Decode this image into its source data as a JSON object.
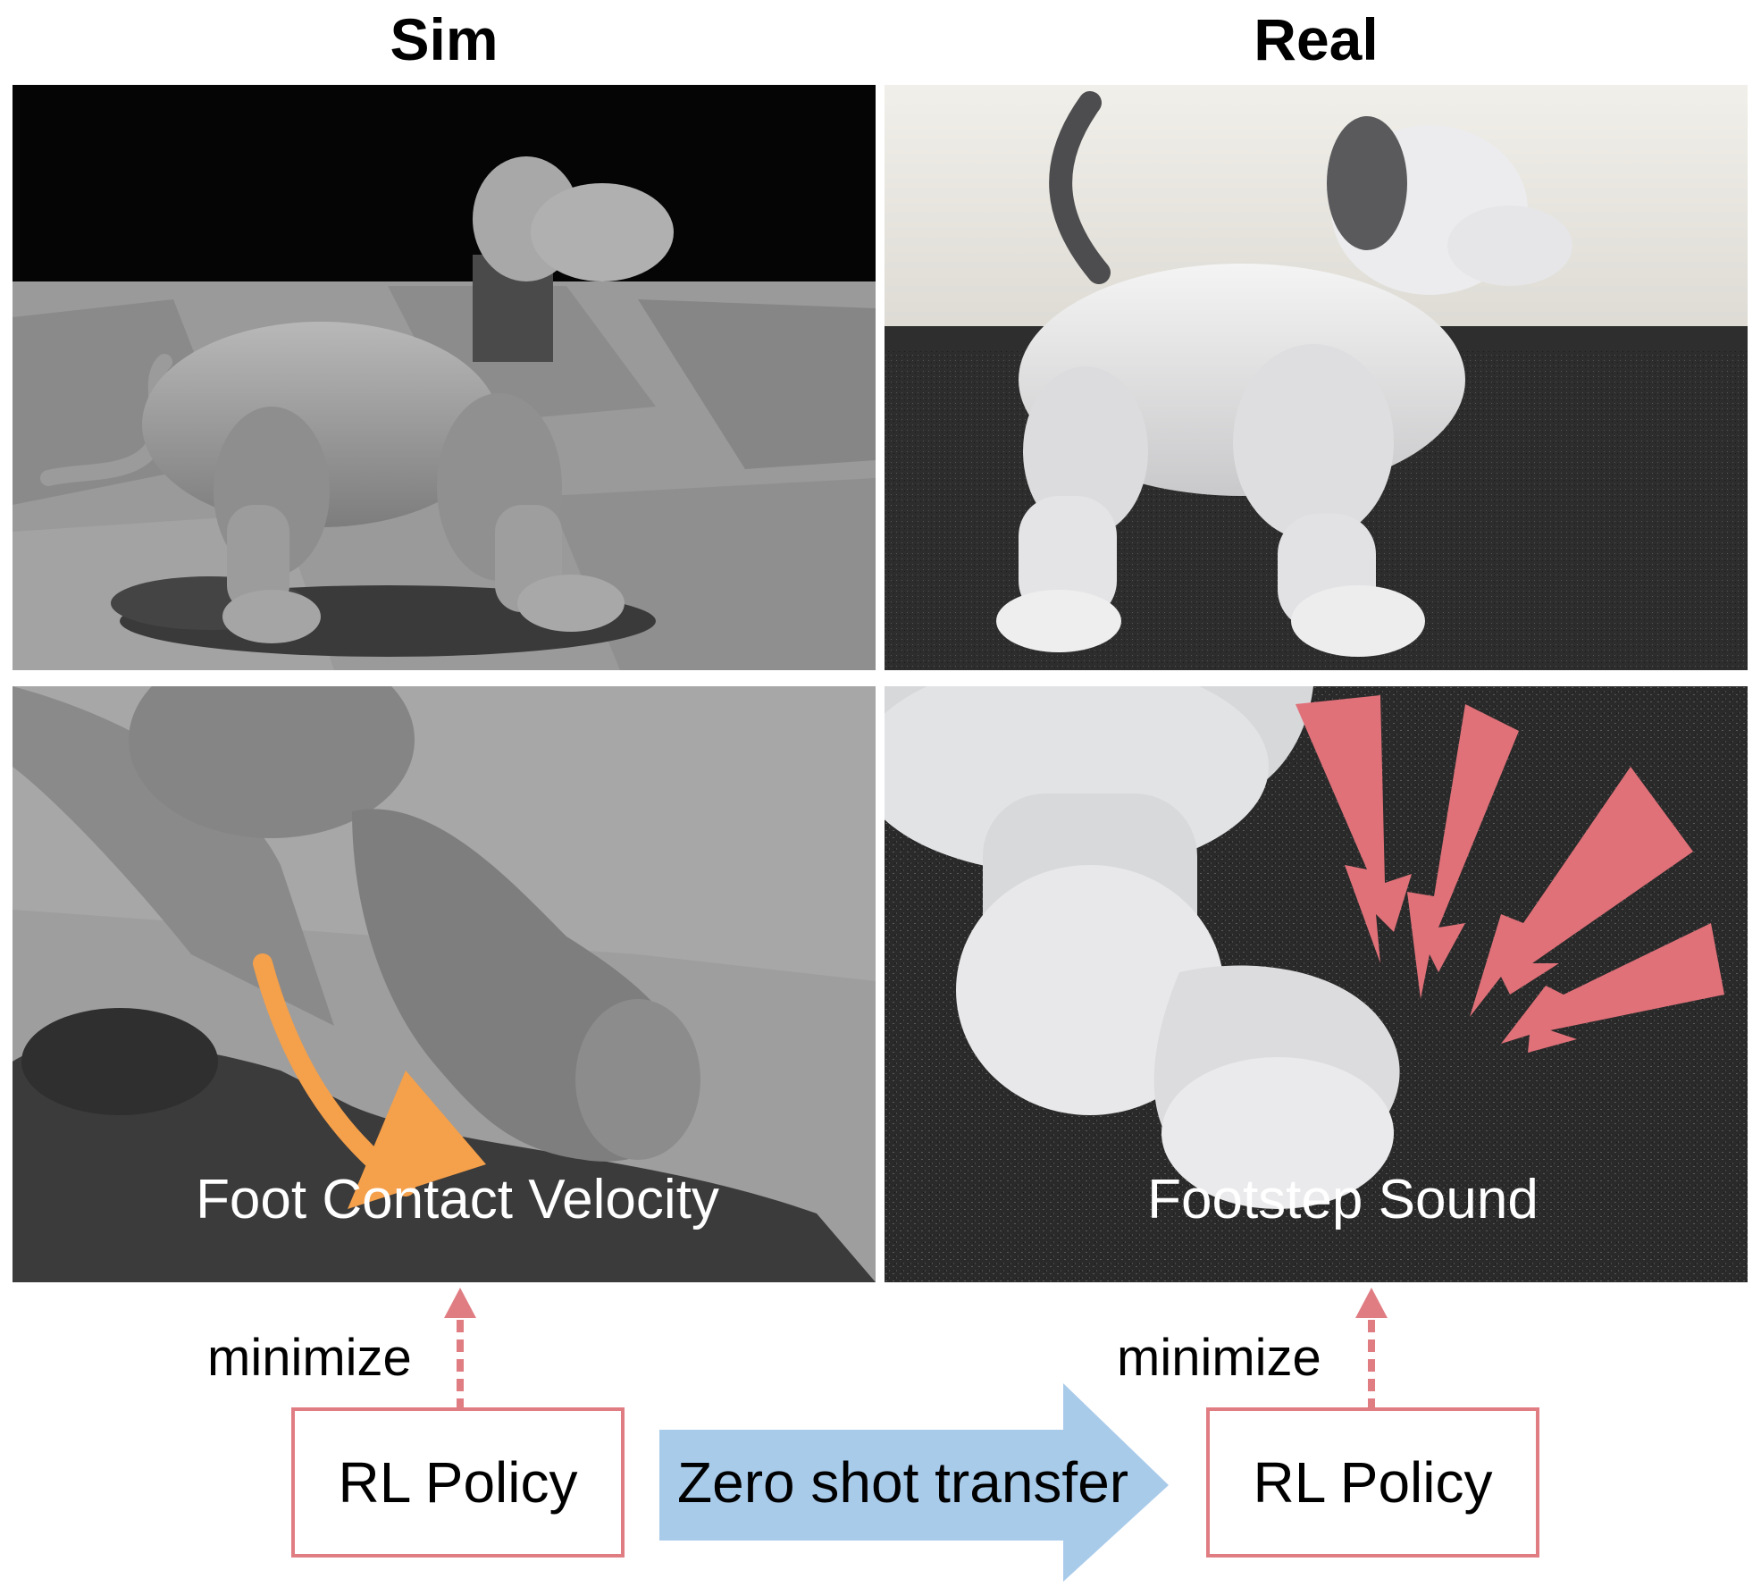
{
  "columns": {
    "sim_title": "Sim",
    "real_title": "Real"
  },
  "captions": {
    "sim": "Foot Contact Velocity",
    "real": "Footstep Sound"
  },
  "flow": {
    "minimize_left": "minimize",
    "minimize_right": "minimize",
    "policy_left": "RL Policy",
    "policy_right": "RL Policy",
    "transfer": "Zero shot transfer"
  },
  "colors": {
    "policy_border": "#e07d83",
    "dashed_arrow": "#e07d83",
    "sound_bolts": "#e07179",
    "velocity_arrow": "#f5a04a",
    "transfer_arrow": "#a9cbea"
  },
  "icons": {
    "sound": "lightning-bolt-icon",
    "velocity": "curved-arrow-icon",
    "transfer": "block-arrow-icon"
  }
}
